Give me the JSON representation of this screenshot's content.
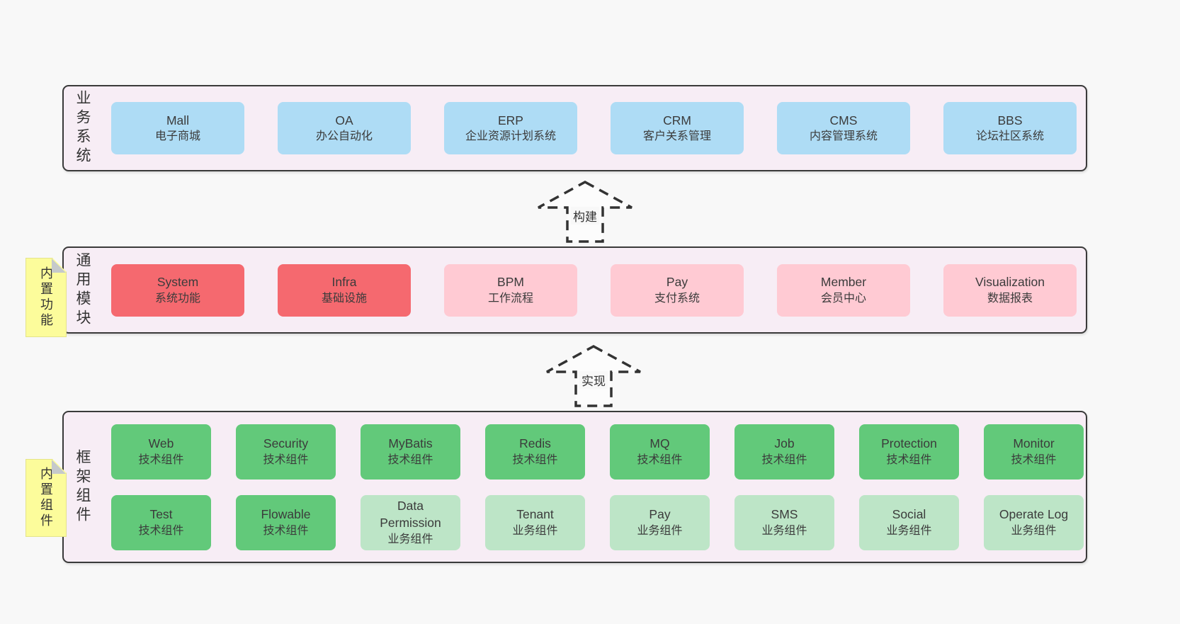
{
  "colors": {
    "page_bg": "#f8f8f8",
    "panel_bg": "#f7edf5",
    "panel_border": "#3a3a3a",
    "box_blue": "#aedcf5",
    "box_red": "#f5696f",
    "box_pink": "#ffcad3",
    "box_green": "#62c97a",
    "box_light_green": "#bde5c7",
    "sticky_yellow": "#fcfc9b",
    "text": "#3b3b3b"
  },
  "arrows": [
    {
      "label": "构建"
    },
    {
      "label": "实现"
    }
  ],
  "stickies": [
    {
      "label": "内置功能"
    },
    {
      "label": "内置组件"
    }
  ],
  "sections": [
    {
      "label": "业务系统",
      "rows": [
        [
          {
            "name": "Mall",
            "desc": "电子商城",
            "variant": "blue"
          },
          {
            "name": "OA",
            "desc": "办公自动化",
            "variant": "blue"
          },
          {
            "name": "ERP",
            "desc": "企业资源计划系统",
            "variant": "blue"
          },
          {
            "name": "CRM",
            "desc": "客户关系管理",
            "variant": "blue"
          },
          {
            "name": "CMS",
            "desc": "内容管理系统",
            "variant": "blue"
          },
          {
            "name": "BBS",
            "desc": "论坛社区系统",
            "variant": "blue"
          }
        ]
      ]
    },
    {
      "label": "通用模块",
      "rows": [
        [
          {
            "name": "System",
            "desc": "系统功能",
            "variant": "red"
          },
          {
            "name": "Infra",
            "desc": "基础设施",
            "variant": "red"
          },
          {
            "name": "BPM",
            "desc": "工作流程",
            "variant": "pink"
          },
          {
            "name": "Pay",
            "desc": "支付系统",
            "variant": "pink"
          },
          {
            "name": "Member",
            "desc": "会员中心",
            "variant": "pink"
          },
          {
            "name": "Visualization",
            "desc": "数据报表",
            "variant": "pink"
          }
        ]
      ]
    },
    {
      "label": "框架组件",
      "rows": [
        [
          {
            "name": "Web",
            "desc": "技术组件",
            "variant": "green"
          },
          {
            "name": "Security",
            "desc": "技术组件",
            "variant": "green"
          },
          {
            "name": "MyBatis",
            "desc": "技术组件",
            "variant": "green"
          },
          {
            "name": "Redis",
            "desc": "技术组件",
            "variant": "green"
          },
          {
            "name": "MQ",
            "desc": "技术组件",
            "variant": "green"
          },
          {
            "name": "Job",
            "desc": "技术组件",
            "variant": "green"
          },
          {
            "name": "Protection",
            "desc": "技术组件",
            "variant": "green"
          },
          {
            "name": "Monitor",
            "desc": "技术组件",
            "variant": "green"
          }
        ],
        [
          {
            "name": "Test",
            "desc": "技术组件",
            "variant": "green"
          },
          {
            "name": "Flowable",
            "desc": "技术组件",
            "variant": "green"
          },
          {
            "name": "Data Permission",
            "desc": "业务组件",
            "variant": "lightgreen"
          },
          {
            "name": "Tenant",
            "desc": "业务组件",
            "variant": "lightgreen"
          },
          {
            "name": "Pay",
            "desc": "业务组件",
            "variant": "lightgreen"
          },
          {
            "name": "SMS",
            "desc": "业务组件",
            "variant": "lightgreen"
          },
          {
            "name": "Social",
            "desc": "业务组件",
            "variant": "lightgreen"
          },
          {
            "name": "Operate Log",
            "desc": "业务组件",
            "variant": "lightgreen"
          }
        ]
      ]
    }
  ]
}
